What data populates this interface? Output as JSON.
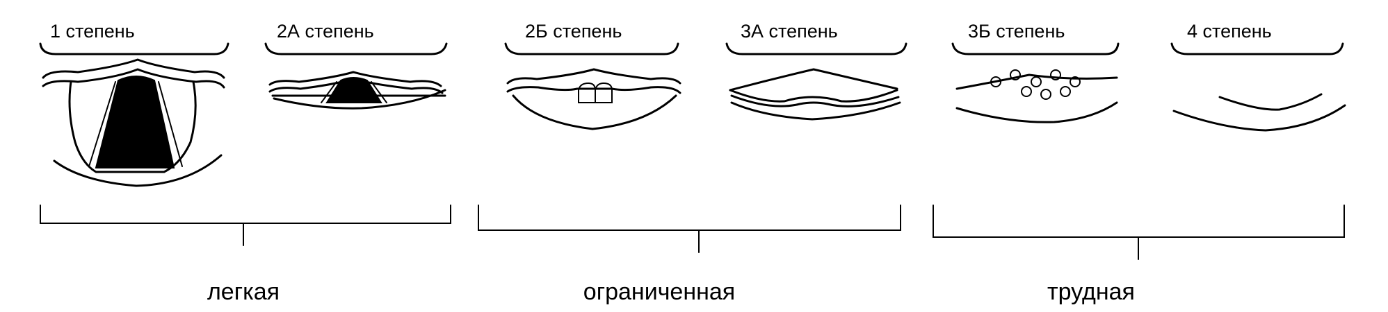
{
  "grades": [
    {
      "label": "1 степень"
    },
    {
      "label": "2А степень"
    },
    {
      "label": "2Б степень"
    },
    {
      "label": "3А степень"
    },
    {
      "label": "3Б степень"
    },
    {
      "label": "4 степень"
    }
  ],
  "categories": [
    {
      "label": "легкая"
    },
    {
      "label": "ограниченная"
    },
    {
      "label": "трудная"
    }
  ]
}
